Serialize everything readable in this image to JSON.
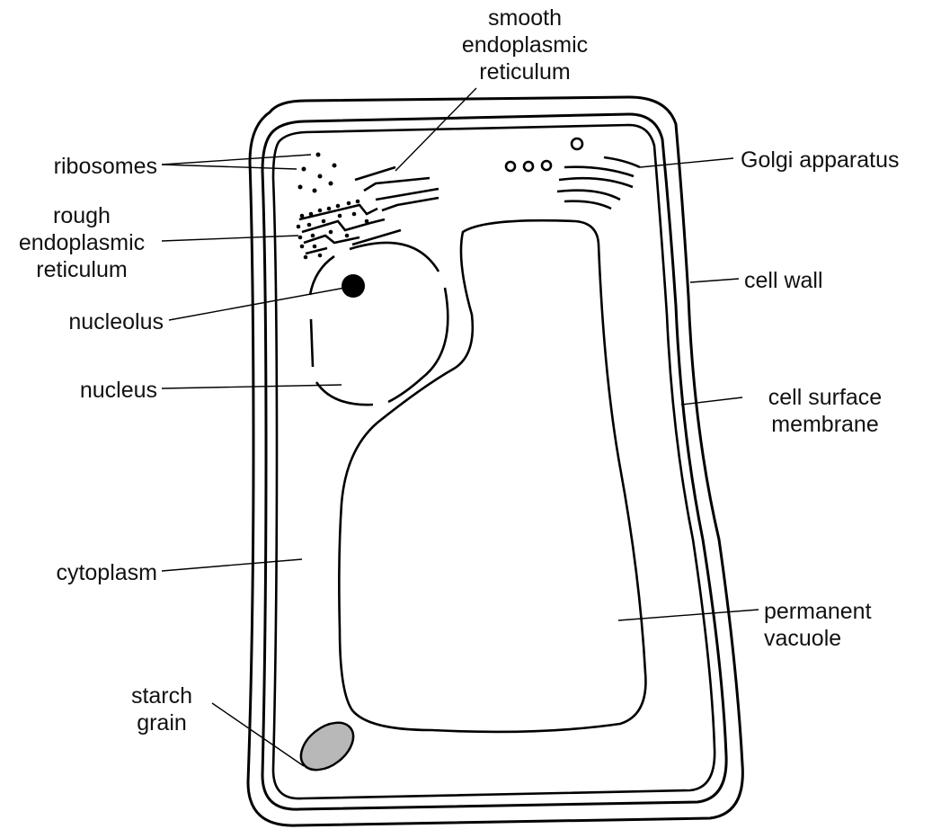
{
  "labels": {
    "smooth_er": [
      "smooth",
      "endoplasmic",
      "reticulum"
    ],
    "ribosomes": "ribosomes",
    "rough_er": [
      "rough",
      "endoplasmic",
      "reticulum"
    ],
    "nucleolus": "nucleolus",
    "nucleus": "nucleus",
    "cytoplasm": "cytoplasm",
    "starch_grain": [
      "starch",
      "grain"
    ],
    "golgi": "Golgi apparatus",
    "cell_wall": "cell wall",
    "cell_surface_membrane": [
      "cell surface",
      "membrane"
    ],
    "permanent_vacuole": [
      "permanent",
      "vacuole"
    ]
  },
  "colors": {
    "line": "#000000",
    "starch_fill": "#b8b8b8",
    "background": "#ffffff"
  }
}
